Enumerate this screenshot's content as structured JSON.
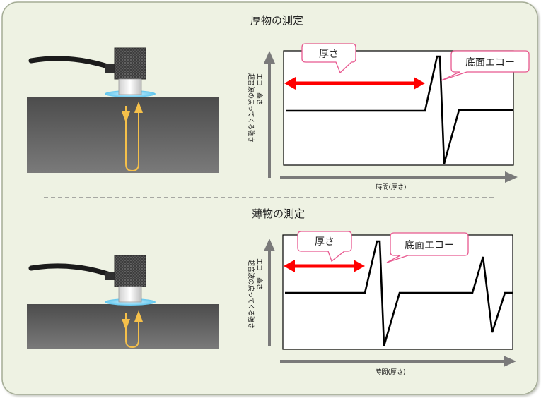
{
  "colors": {
    "panel_bg": "#eef2e3",
    "panel_border": "#a5ad96",
    "material_top": "#4a4a4a",
    "material_bottom": "#767676",
    "couplant": "#7fd3ef",
    "path_arrow": "#f5c04a",
    "thickness_arrow": "#ff0000",
    "callout_border": "#e8588f",
    "axis_arrow": "#7a7a7a",
    "waveform": "#000000"
  },
  "thick": {
    "title": "厚物の測定",
    "y_axis_label_1": "エコー高さ",
    "y_axis_label_2": "超音波の戻ってくる強さ",
    "x_axis_label": "時間(厚さ)",
    "callout_thickness": "厚さ",
    "callout_echo": "底面エコー"
  },
  "thin": {
    "title": "薄物の測定",
    "y_axis_label_1": "エコー高さ",
    "y_axis_label_2": "超音波の戻ってくる強さ",
    "x_axis_label": "時間(厚さ)",
    "callout_thickness": "厚さ",
    "callout_echo": "底面エコー"
  }
}
